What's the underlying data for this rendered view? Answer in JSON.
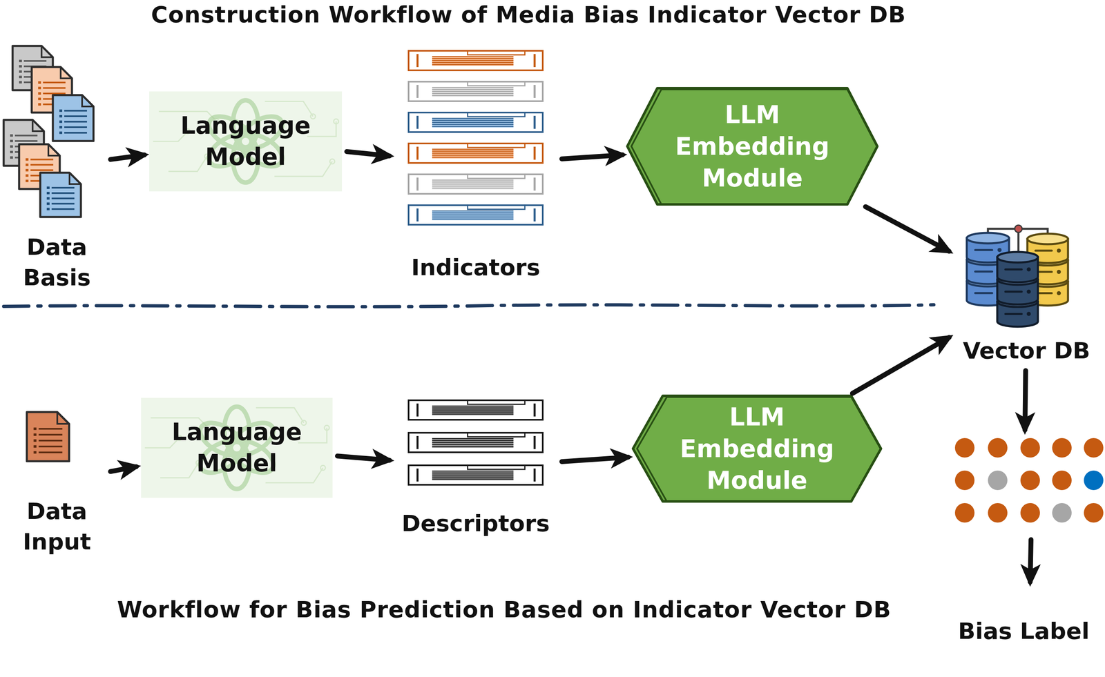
{
  "diagram": {
    "title": "Construction Workflow of Media Bias Indicator Vector DB",
    "caption": "Workflow for Bias Prediction Based on Indicator Vector DB",
    "nodes": [
      {
        "text": [
          "Data Basis"
        ]
      },
      {
        "text": [
          "Language Model"
        ]
      },
      {
        "text": [
          "Indicators"
        ]
      },
      {
        "text": [
          "LLM Embedding Module"
        ]
      },
      {
        "text": [
          "Vector DB"
        ]
      },
      {
        "text": [
          "Data Input"
        ]
      },
      {
        "text": [
          "Language Model"
        ]
      },
      {
        "text": [
          "Descriptors"
        ]
      },
      {
        "text": [
          "LLM Embedding Module"
        ]
      },
      {
        "text": [
          "Bias Label"
        ]
      }
    ],
    "edges": [
      {
        "from": 0,
        "to": 1,
        "arrow": "to"
      },
      {
        "from": 1,
        "to": 2,
        "arrow": "to"
      },
      {
        "from": 2,
        "to": 3,
        "arrow": "to"
      },
      {
        "from": 3,
        "to": 4,
        "arrow": "to"
      },
      {
        "from": 5,
        "to": 6,
        "arrow": "to"
      },
      {
        "from": 6,
        "to": 7,
        "arrow": "to"
      },
      {
        "from": 7,
        "to": 8,
        "arrow": "to"
      },
      {
        "from": 8,
        "to": 4,
        "arrow": "to"
      },
      {
        "from": 4,
        "to": 9,
        "arrow": "to"
      }
    ]
  }
}
